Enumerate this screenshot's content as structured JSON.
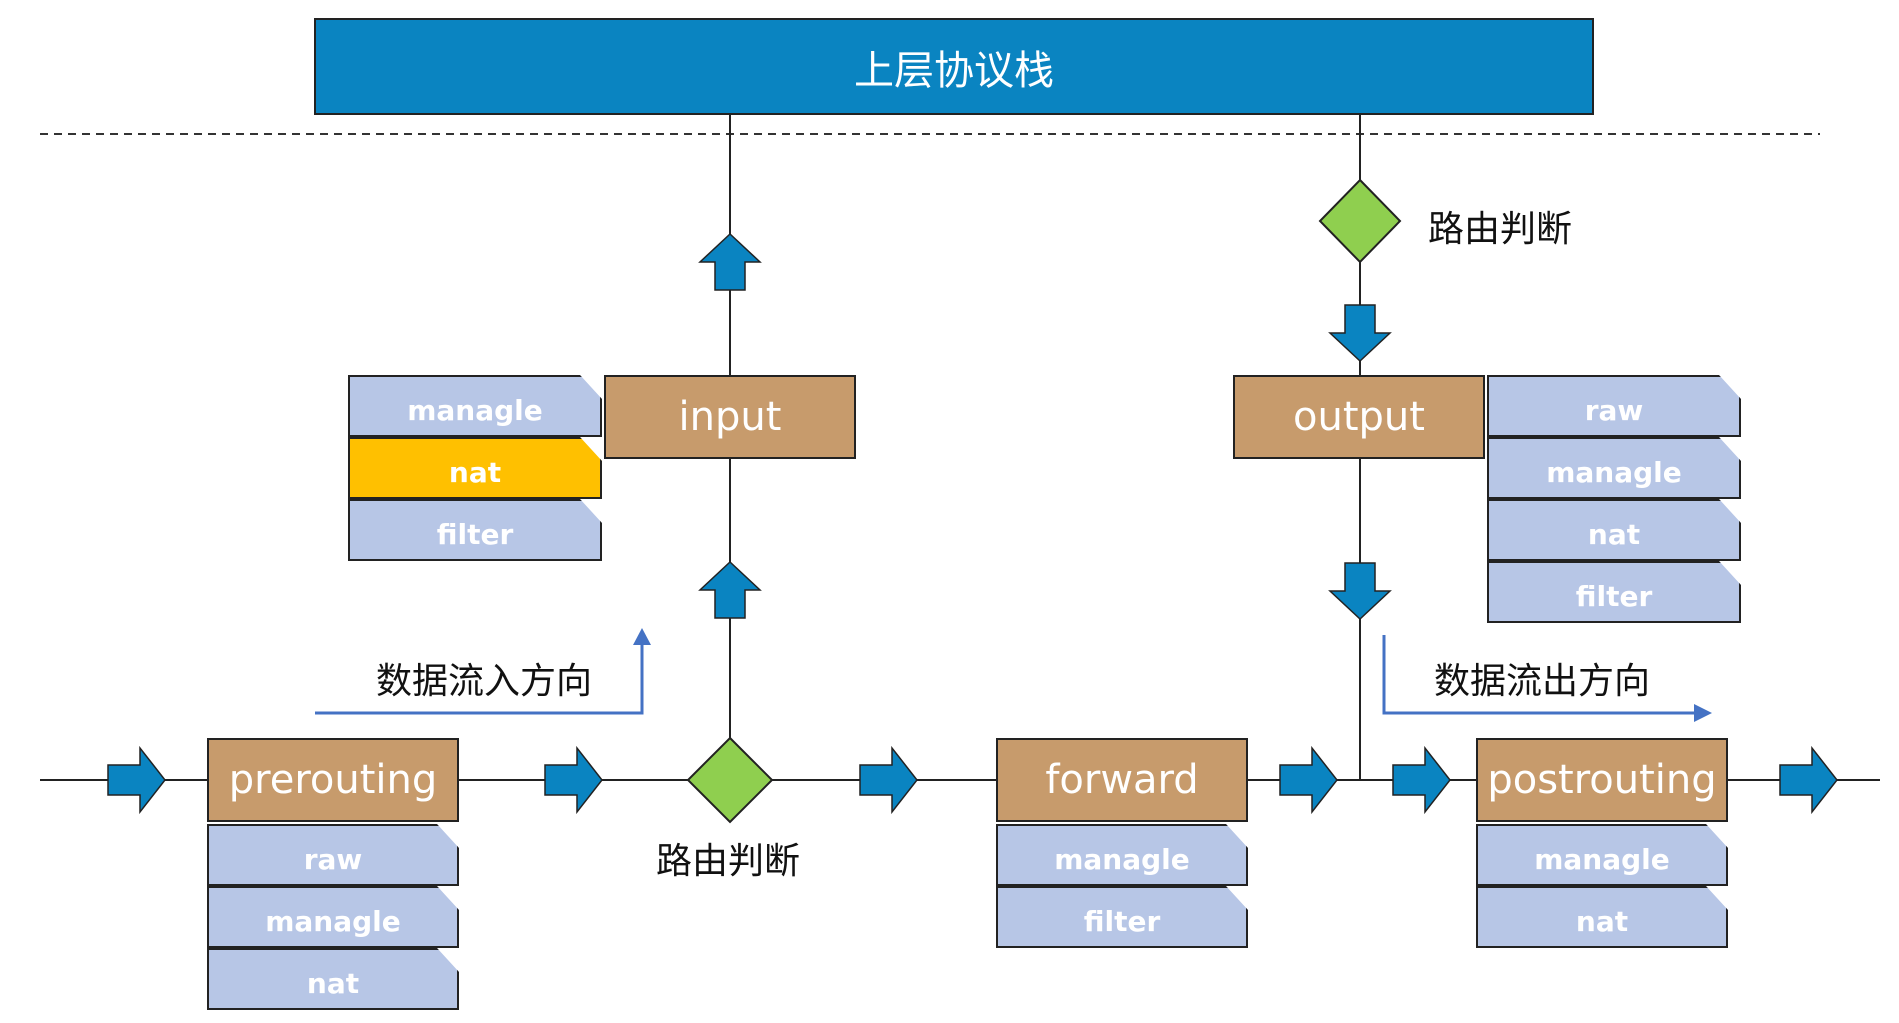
{
  "banner": {
    "title": "上层协议栈"
  },
  "chains": {
    "prerouting": "prerouting",
    "input": "input",
    "forward": "forward",
    "output": "output",
    "postrouting": "postrouting"
  },
  "tables": {
    "prerouting": [
      "raw",
      "managle",
      "nat"
    ],
    "input": [
      "managle",
      "nat",
      "filter"
    ],
    "forward": [
      "managle",
      "filter"
    ],
    "output": [
      "raw",
      "managle",
      "nat",
      "filter"
    ],
    "postrouting": [
      "managle",
      "nat"
    ]
  },
  "highlight": {
    "table": "nat",
    "chain": "input",
    "color": "#ffc000"
  },
  "labels": {
    "routing_decision_bottom": "路由判断",
    "routing_decision_top": "路由判断",
    "data_in": "数据流入方向",
    "data_out": "数据流出方向"
  },
  "colors": {
    "banner": "#0a84c1",
    "chain": "#c79b6c",
    "table": "#b7c6e6",
    "diamond": "#8fcf4f",
    "arrow": "#0a84c1",
    "direction_arrow": "#4472c4"
  }
}
